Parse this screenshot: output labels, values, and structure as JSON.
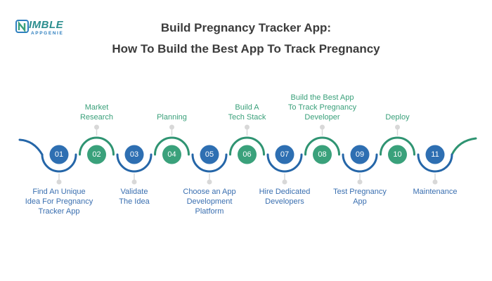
{
  "logo": {
    "word": "IMBLE",
    "sub": "APPGENIE"
  },
  "title_line1": "Build Pregnancy Tracker App:",
  "title_line2": "How To Build the Best App To Track Pregnancy",
  "colors": {
    "blue": "#2e6fb2",
    "green": "#3aa17b",
    "arc_blue": "#2566a8",
    "arc_green": "#2f9472",
    "connector": "#d8d8d8",
    "title": "#3c3c3c"
  },
  "steps": [
    {
      "num": "01",
      "label": "Find An Unique\nIdea For Pregnancy\nTracker App",
      "position": "below",
      "color": "blue"
    },
    {
      "num": "02",
      "label": "Market\nResearch",
      "position": "above",
      "color": "green"
    },
    {
      "num": "03",
      "label": "Validate\nThe Idea",
      "position": "below",
      "color": "blue"
    },
    {
      "num": "04",
      "label": "Planning",
      "position": "above",
      "color": "green"
    },
    {
      "num": "05",
      "label": "Choose an App\nDevelopment\nPlatform",
      "position": "below",
      "color": "blue"
    },
    {
      "num": "06",
      "label": "Build A\nTech Stack",
      "position": "above",
      "color": "green"
    },
    {
      "num": "07",
      "label": "Hire Dedicated\nDevelopers",
      "position": "below",
      "color": "blue"
    },
    {
      "num": "08",
      "label": "Build the Best App\nTo Track Pregnancy\nDeveloper",
      "position": "above",
      "color": "green"
    },
    {
      "num": "09",
      "label": "Test Pregnancy\nApp",
      "position": "below",
      "color": "blue"
    },
    {
      "num": "10",
      "label": "Deploy",
      "position": "above",
      "color": "green"
    },
    {
      "num": "11",
      "label": "Maintenance",
      "position": "below",
      "color": "blue"
    }
  ]
}
